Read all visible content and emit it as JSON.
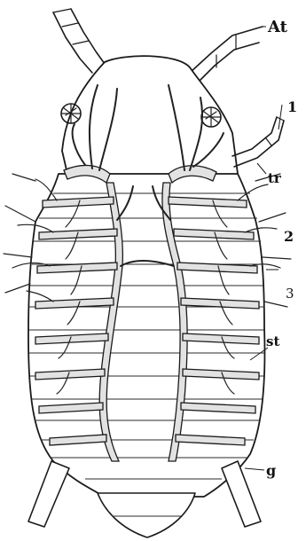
{
  "figure": {
    "labels": {
      "antenna": "At",
      "leg_one": "1",
      "trachea": "tr",
      "segment_two": "2",
      "segment_three": "3",
      "stigma": "st",
      "gill": "g"
    }
  }
}
